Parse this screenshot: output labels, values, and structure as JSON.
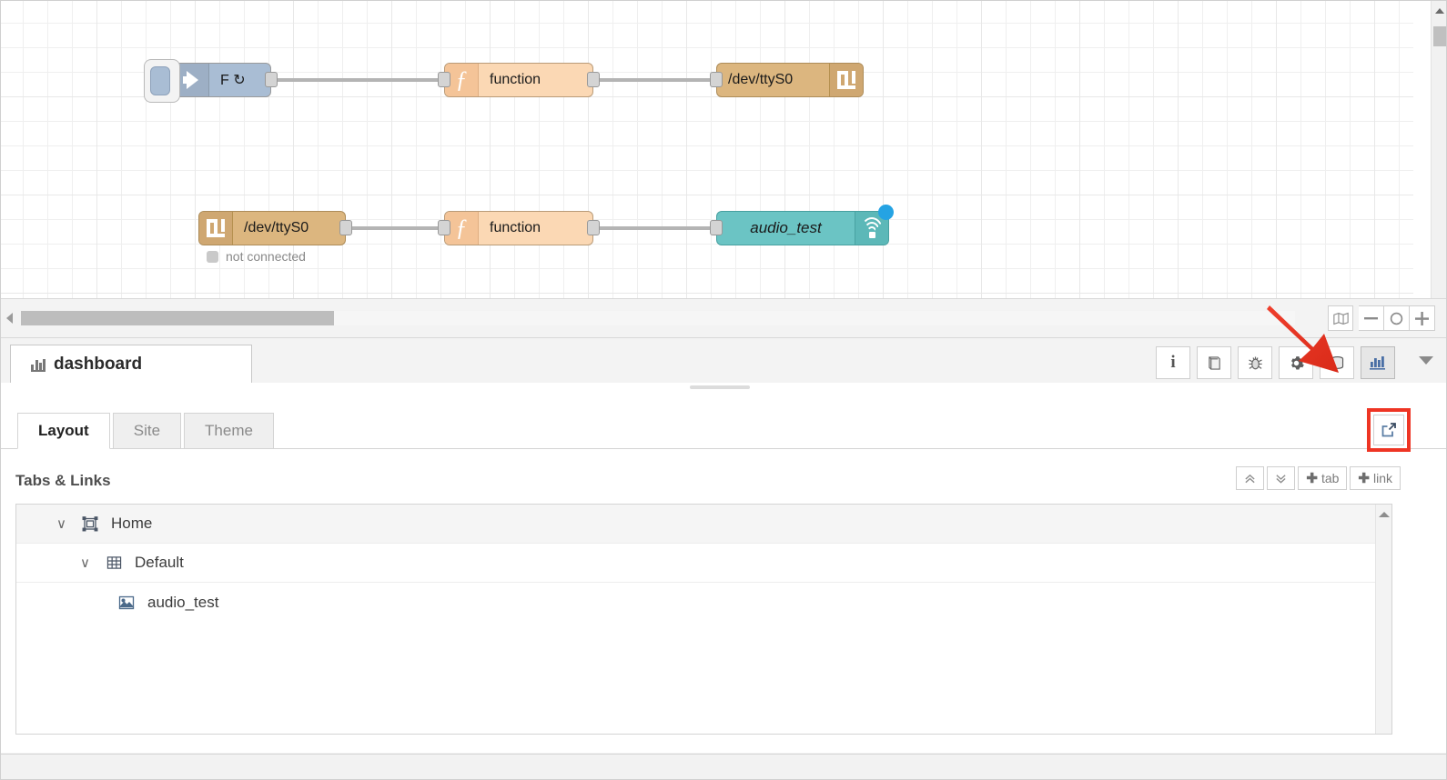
{
  "canvas": {
    "nodes": [
      {
        "id": "inject",
        "type": "inject",
        "label": "F ↻",
        "icon": "inject-arrow-icon",
        "color": "#a9bdd4"
      },
      {
        "id": "function-1",
        "type": "function",
        "label": "function",
        "icon": "function-fx-icon",
        "color": "#fbd8b4"
      },
      {
        "id": "serial-out",
        "type": "serial",
        "label": "/dev/ttyS0",
        "icon": "serial-port-icon",
        "color": "#dcb67f"
      },
      {
        "id": "serial-in",
        "type": "serial",
        "label": "/dev/ttyS0",
        "icon": "serial-port-icon",
        "color": "#dcb67f",
        "status": "not connected"
      },
      {
        "id": "function-2",
        "type": "function",
        "label": "function",
        "icon": "function-fx-icon",
        "color": "#fbd8b4"
      },
      {
        "id": "ui-template",
        "type": "ui_template",
        "label": "audio_test",
        "icon": "ui-broadcast-icon",
        "color": "#6bc4c4"
      }
    ],
    "status_not_connected": "not connected",
    "tools": [
      {
        "name": "navigator-map-button",
        "icon": "map-icon"
      },
      {
        "name": "zoom-out-button",
        "icon": "minus-icon"
      },
      {
        "name": "zoom-reset-button",
        "icon": "circle-icon"
      },
      {
        "name": "zoom-in-button",
        "icon": "plus-icon"
      }
    ]
  },
  "sidebar": {
    "tab": {
      "label": "dashboard",
      "icon": "chart-bar-icon"
    },
    "icons": [
      {
        "name": "info-tab-icon",
        "glyph": "i",
        "active": false
      },
      {
        "name": "help-book-tab-icon",
        "glyph": "📕",
        "active": false
      },
      {
        "name": "debug-bug-tab-icon",
        "glyph": "🐞",
        "active": false
      },
      {
        "name": "config-gear-tab-icon",
        "glyph": "⚙",
        "active": false
      },
      {
        "name": "context-database-tab-icon",
        "glyph": "☰",
        "active": false
      },
      {
        "name": "dashboard-chart-tab-icon",
        "glyph": "📊",
        "active": true
      }
    ],
    "menu_icon": "chevron-down-icon"
  },
  "dashboard": {
    "tabs": [
      {
        "label": "Layout",
        "active": true
      },
      {
        "label": "Site",
        "active": false
      },
      {
        "label": "Theme",
        "active": false
      }
    ],
    "open_button": {
      "name": "open-dashboard-in-new-window-button",
      "icon": "external-link-icon",
      "highlight_color": "#ee3524"
    },
    "section_title": "Tabs & Links",
    "actions": [
      {
        "name": "collapse-all-button",
        "label": "",
        "icon": "double-chevron-up-icon"
      },
      {
        "name": "expand-all-button",
        "label": "",
        "icon": "double-chevron-down-icon"
      },
      {
        "name": "add-tab-button",
        "label": "tab",
        "icon": "plus-icon"
      },
      {
        "name": "add-link-button",
        "label": "link",
        "icon": "plus-icon"
      }
    ],
    "tree": [
      {
        "level": 0,
        "label": "Home",
        "icon": "dashboard-tab-icon",
        "caret": "∨"
      },
      {
        "level": 1,
        "label": "Default",
        "icon": "group-grid-icon",
        "caret": "∨"
      },
      {
        "level": 2,
        "label": "audio_test",
        "icon": "ui-template-image-icon",
        "caret": ""
      }
    ]
  }
}
